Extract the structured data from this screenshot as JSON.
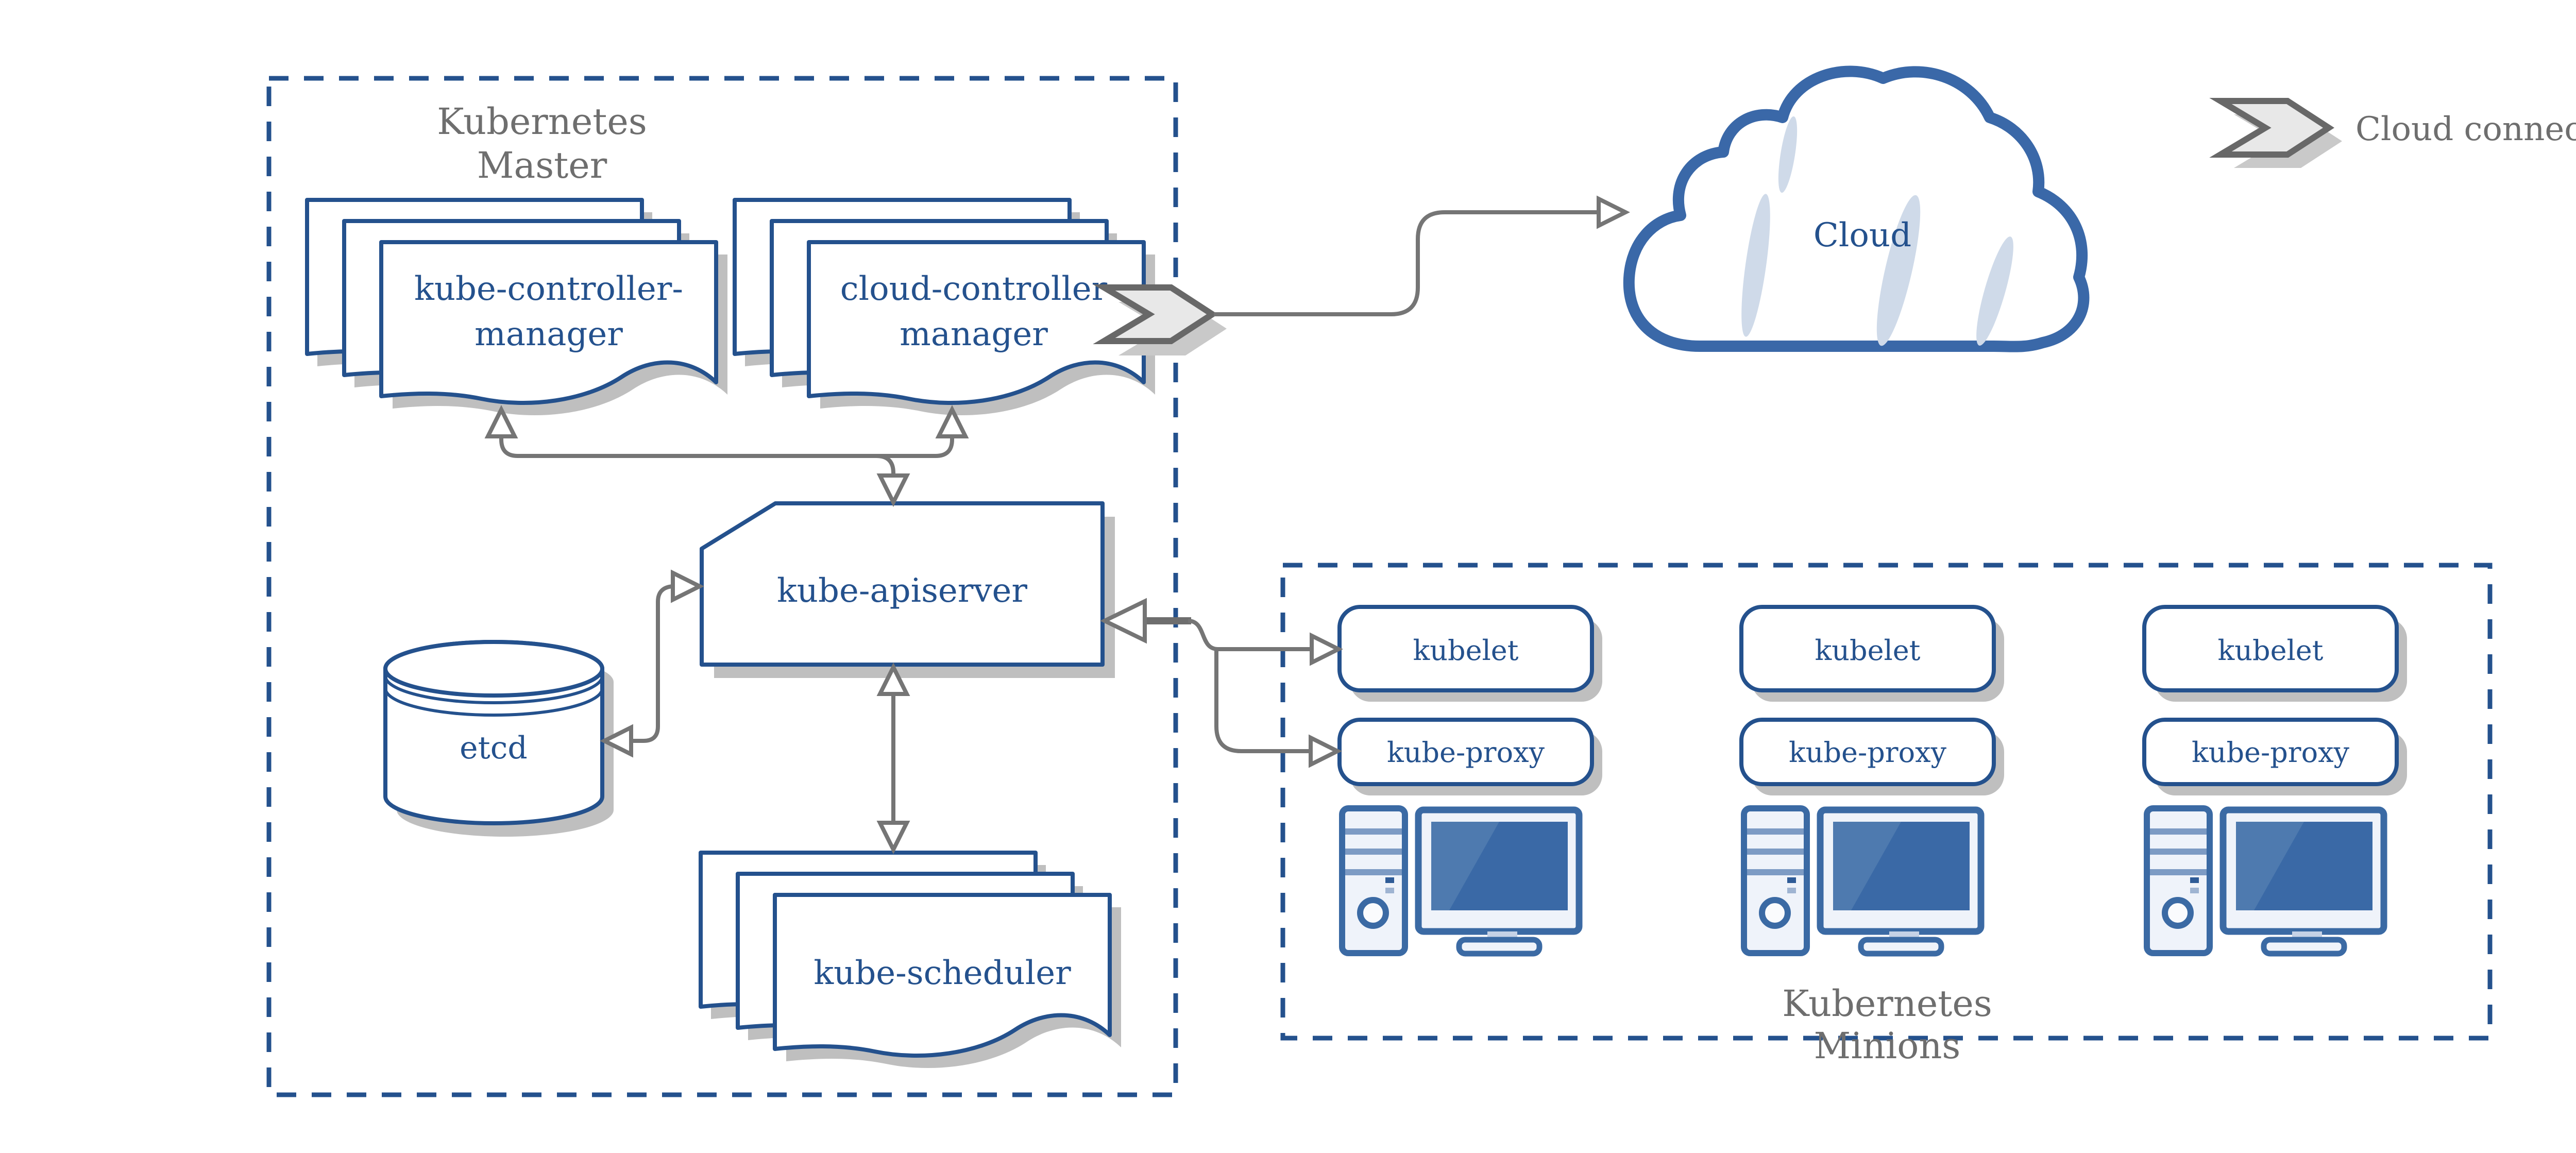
{
  "colors": {
    "primary_blue": "#24518D",
    "cloud_blue": "#3A68A8",
    "computer_blue": "#3B6AA4",
    "screen_blue": "#3A69A6",
    "arrow_gray": "#757575",
    "label_gray": "#6E6E6E",
    "shadow_gray": "#BFBFBF",
    "chevron_fill": "#E8E8E8",
    "slash_blue": "#CFDAE9"
  },
  "icons": {
    "document_stack": "stacked-documents",
    "database": "cylinder",
    "cloud": "cloud",
    "chevron": "double-chevron-arrow",
    "workstation": "desktop-computer"
  },
  "master": {
    "label_line1": "Kubernetes",
    "label_line2": "Master",
    "kube_controller_manager_line1": "kube-controller-",
    "kube_controller_manager_line2": "manager",
    "cloud_controller_manager_line1": "cloud-controller",
    "cloud_controller_manager_line2": "manager",
    "kube_apiserver": "kube-apiserver",
    "etcd": "etcd",
    "kube_scheduler": "kube-scheduler"
  },
  "cloud": {
    "label": "Cloud"
  },
  "legend": {
    "cloud_connector_label": "Cloud connector"
  },
  "minions": {
    "label_line1": "Kubernetes",
    "label_line2": "Minions",
    "nodes": [
      {
        "kubelet_label": "kubelet",
        "kube_proxy_label": "kube-proxy"
      },
      {
        "kubelet_label": "kubelet",
        "kube_proxy_label": "kube-proxy"
      },
      {
        "kubelet_label": "kubelet",
        "kube_proxy_label": "kube-proxy"
      }
    ]
  }
}
